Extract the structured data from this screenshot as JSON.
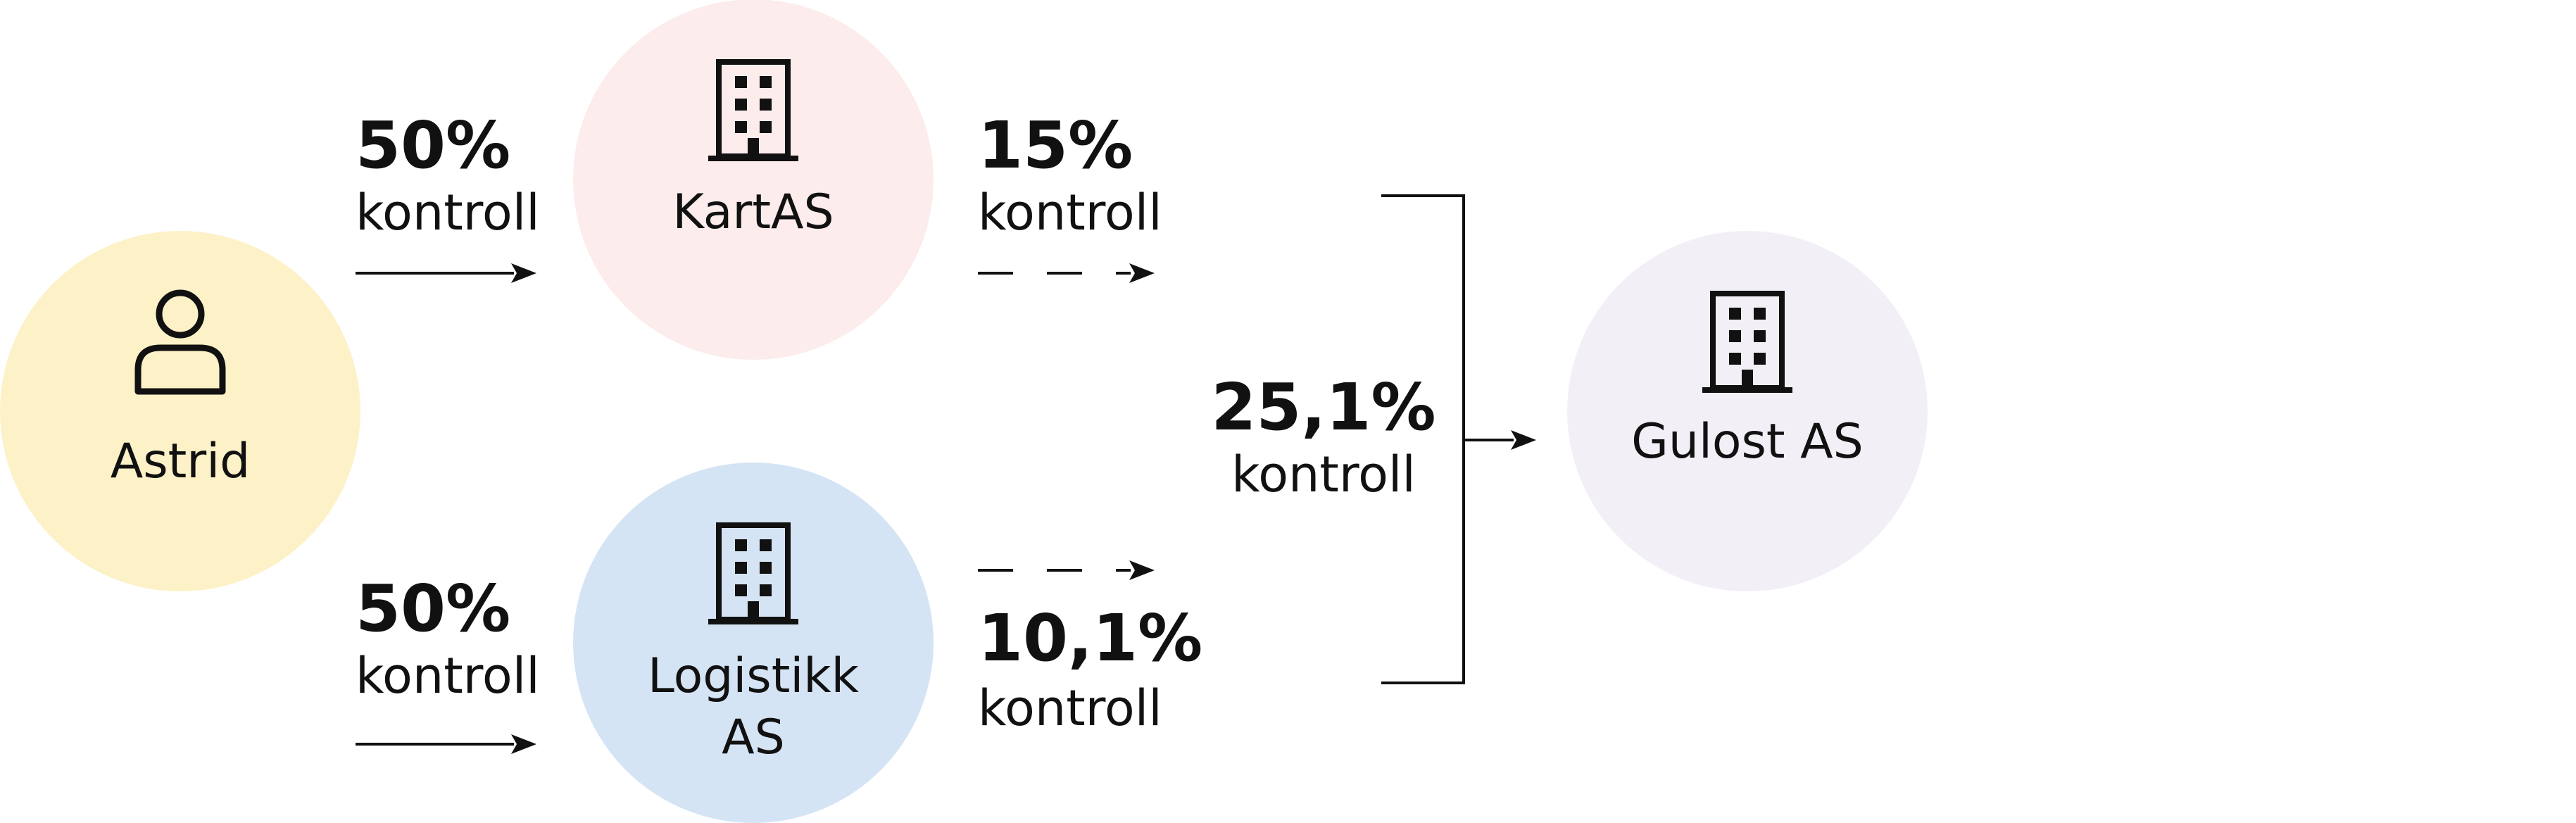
{
  "colors": {
    "person": "#fdf1c8",
    "kartas": "#fcecec",
    "logistikk": "#d5e4f5",
    "gulost": "#f3eff6",
    "ink": "#111111"
  },
  "nodes": {
    "astrid": {
      "label": "Astrid",
      "icon": "person-icon"
    },
    "kartas": {
      "label": "KartAS",
      "icon": "building-icon"
    },
    "logistikk": {
      "label_line1": "Logistikk",
      "label_line2": "AS",
      "icon": "building-icon"
    },
    "gulost": {
      "label": "Gulost AS",
      "icon": "building-icon"
    }
  },
  "edges": {
    "astrid_kartas": {
      "percent": "50%",
      "text": "kontroll"
    },
    "astrid_logistikk": {
      "percent": "50%",
      "text": "kontroll"
    },
    "kartas_gulost": {
      "percent": "15%",
      "text": "kontroll"
    },
    "logistikk_gulost": {
      "percent": "10,1%",
      "text": "kontroll"
    },
    "combined": {
      "percent": "25,1%",
      "text": "kontroll"
    }
  }
}
